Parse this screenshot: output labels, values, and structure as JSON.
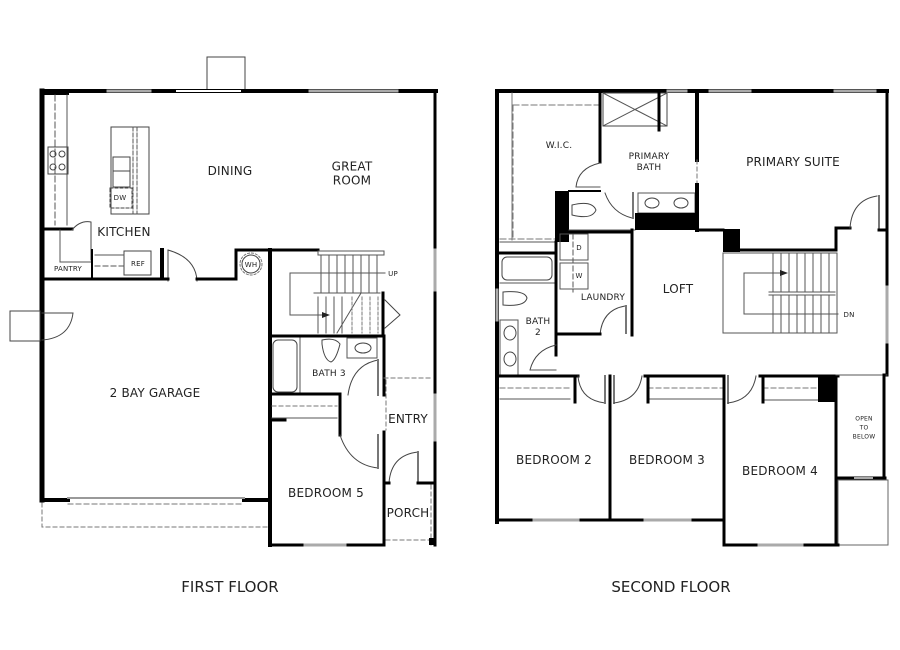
{
  "first_floor": {
    "title": "FIRST FLOOR",
    "rooms": {
      "dining": "DINING",
      "great_room": "GREAT\nROOM",
      "kitchen": "KITCHEN",
      "pantry": "PANTRY",
      "ref": "REF",
      "dw": "DW",
      "wh": "WH",
      "up": "UP",
      "garage": "2 BAY GARAGE",
      "bath3": "BATH 3",
      "entry": "ENTRY",
      "bedroom5": "BEDROOM 5",
      "porch": "PORCH"
    }
  },
  "second_floor": {
    "title": "SECOND FLOOR",
    "rooms": {
      "wic": "W.I.C.",
      "primary_bath": "PRIMARY\nBATH",
      "primary_suite": "PRIMARY SUITE",
      "laundry": "LAUNDRY",
      "dryer": "D",
      "washer": "W",
      "loft": "LOFT",
      "bath2": "BATH\n2",
      "dn": "DN",
      "bedroom2": "BEDROOM 2",
      "bedroom3": "BEDROOM 3",
      "bedroom4": "BEDROOM 4",
      "open_to_below": "OPEN\nTO\nBELOW"
    }
  },
  "colors": {
    "wall": "#000000",
    "line": "#333333",
    "window": "#999999",
    "background": "#ffffff"
  }
}
